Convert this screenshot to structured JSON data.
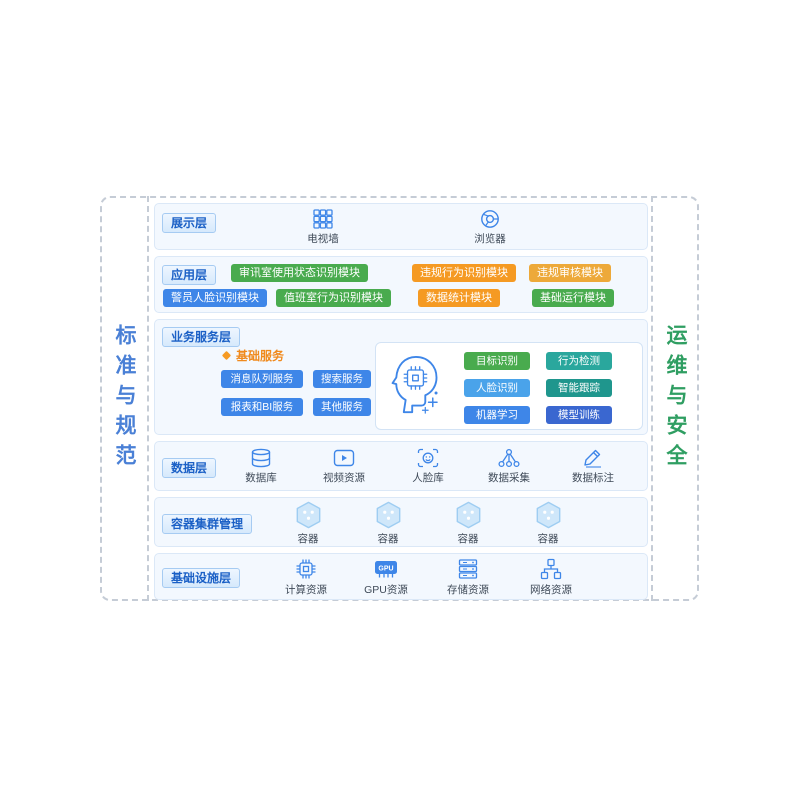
{
  "frame": {
    "left_label": "标准与规范",
    "right_label": "运维与安全"
  },
  "presentation": {
    "title": "展示层",
    "items": [
      {
        "label": "电视墙",
        "icon": "tv-wall-icon"
      },
      {
        "label": "浏览器",
        "icon": "browser-icon"
      }
    ]
  },
  "application": {
    "title": "应用层",
    "row1": [
      {
        "label": "审讯室使用状态识别模块",
        "color": "green"
      },
      {
        "label": "违规行为识别模块",
        "color": "orange"
      },
      {
        "label": "违规审核模块",
        "color": "amber"
      }
    ],
    "row2": [
      {
        "label": "警员人脸识别模块",
        "color": "blue"
      },
      {
        "label": "值班室行为识别模块",
        "color": "green"
      },
      {
        "label": "数据统计模块",
        "color": "orange"
      },
      {
        "label": "基础运行模块",
        "color": "green"
      }
    ]
  },
  "business": {
    "title": "业务服务层",
    "basic": {
      "title": "基础服务",
      "chips": [
        {
          "label": "消息队列服务"
        },
        {
          "label": "搜索服务"
        },
        {
          "label": "报表和BI服务"
        },
        {
          "label": "其他服务"
        }
      ]
    },
    "ai": {
      "icon": "ai-head-chip-icon",
      "chips": [
        {
          "label": "目标识别",
          "color": "green"
        },
        {
          "label": "行为检测",
          "color": "teal"
        },
        {
          "label": "人脸识别",
          "color": "light_blue"
        },
        {
          "label": "智能跟踪",
          "color": "teal_dark"
        },
        {
          "label": "机器学习",
          "color": "blue"
        },
        {
          "label": "模型训练",
          "color": "indigo"
        }
      ]
    }
  },
  "data_layer": {
    "title": "数据层",
    "items": [
      {
        "label": "数据库",
        "icon": "database-icon"
      },
      {
        "label": "视频资源",
        "icon": "video-resource-icon"
      },
      {
        "label": "人脸库",
        "icon": "face-library-icon"
      },
      {
        "label": "数据采集",
        "icon": "data-collection-icon"
      },
      {
        "label": "数据标注",
        "icon": "data-annotation-icon"
      }
    ]
  },
  "container_layer": {
    "title": "容器集群管理",
    "items": [
      {
        "label": "容器",
        "icon": "container-hexagon-icon"
      },
      {
        "label": "容器",
        "icon": "container-hexagon-icon"
      },
      {
        "label": "容器",
        "icon": "container-hexagon-icon"
      },
      {
        "label": "容器",
        "icon": "container-hexagon-icon"
      }
    ]
  },
  "infrastructure": {
    "title": "基础设施层",
    "gpu_text": "GPU",
    "items": [
      {
        "label": "计算资源",
        "icon": "cpu-icon"
      },
      {
        "label": "GPU资源",
        "icon": "gpu-icon"
      },
      {
        "label": "存储资源",
        "icon": "storage-icon"
      },
      {
        "label": "网络资源",
        "icon": "network-icon"
      }
    ]
  },
  "colors": {
    "accent_blue": "#3e86e8",
    "green": "#49ab4e",
    "orange": "#f59a23",
    "amber": "#eda93a",
    "light_blue": "#4aa3ea",
    "teal": "#2aa79d",
    "teal_dark": "#1f968d",
    "indigo": "#3a67d0",
    "left_label": "#4a80d6",
    "right_label": "#2f9e62",
    "badge_text": "#1b60c6"
  }
}
